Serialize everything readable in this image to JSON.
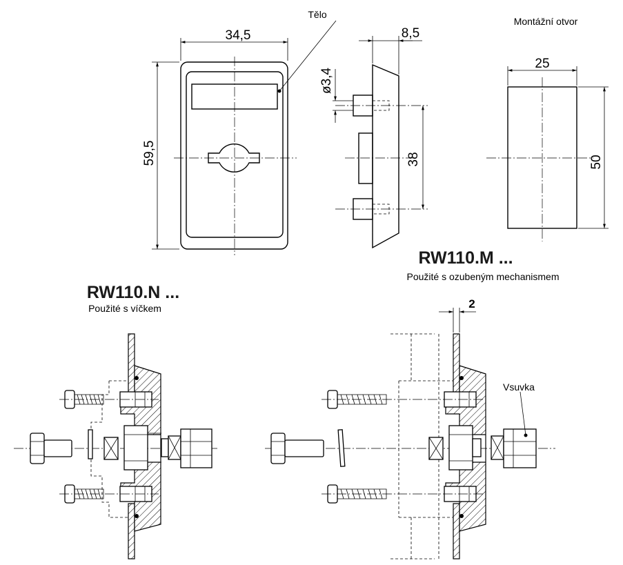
{
  "labels": {
    "body": "Tělo",
    "mounting_hole": "Montážní otvor",
    "nipple": "Vsuvka"
  },
  "models": {
    "m": {
      "name": "RW110.M ...",
      "desc": "Použité s ozubeným mechanismem"
    },
    "n": {
      "name": "RW110.N ...",
      "desc": "Použité s víčkem"
    }
  },
  "dimensions": {
    "width": "34,5",
    "height": "59,5",
    "depth": "8,5",
    "hole_dia": "ø3,4",
    "hole_spacing": "38",
    "cut_width": "25",
    "cut_height": "50",
    "gap": "2"
  }
}
